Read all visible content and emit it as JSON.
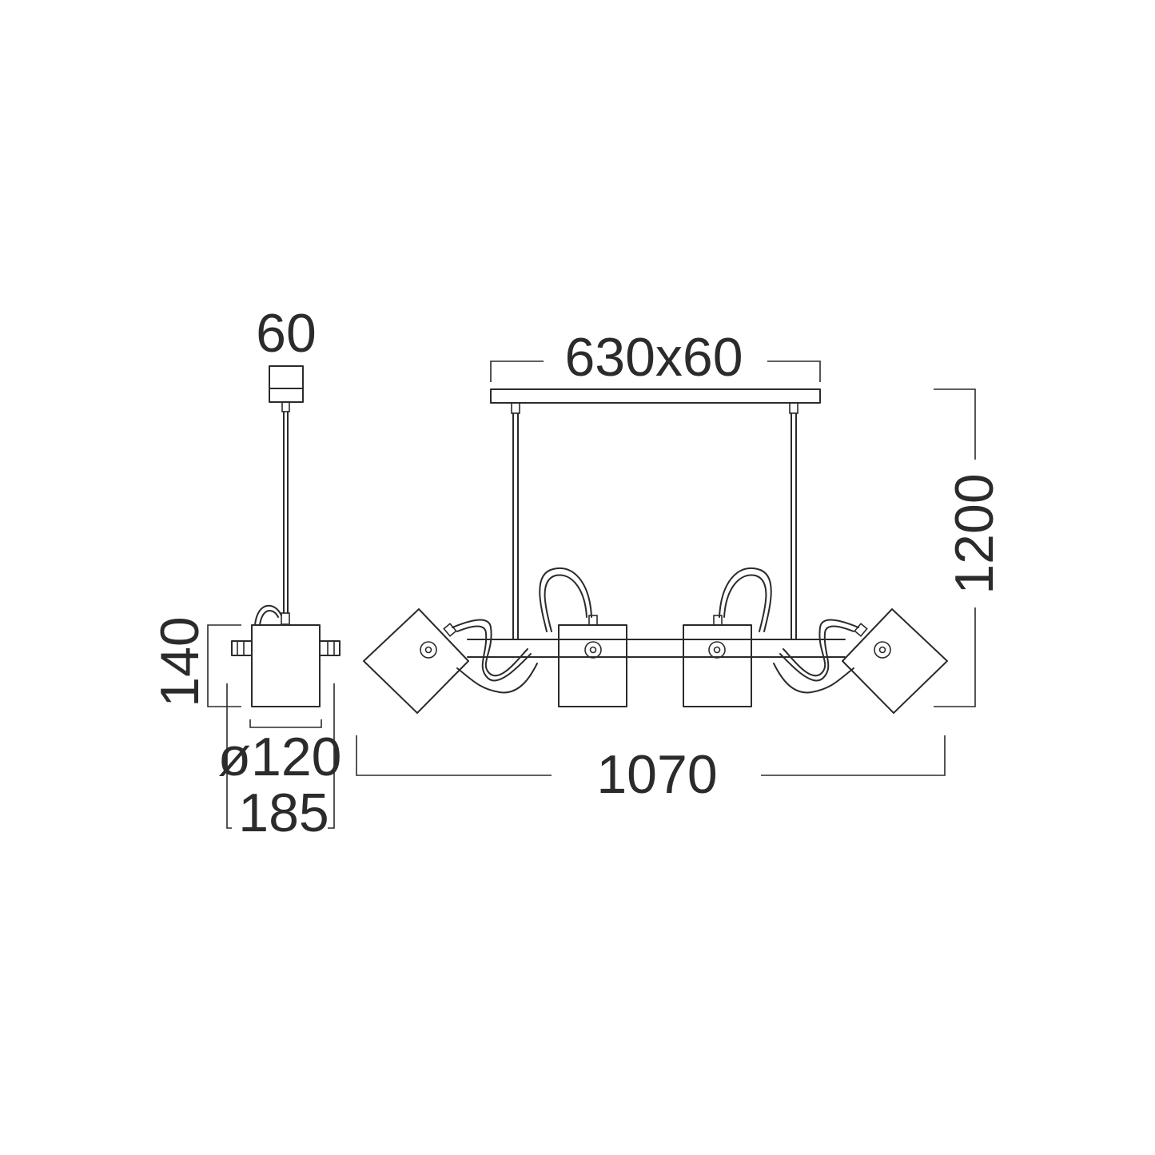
{
  "dimensions": {
    "canopy_side_width": "60",
    "canopy_length": "630x60",
    "total_height": "1200",
    "shade_height": "140",
    "shade_diameter": "ø120",
    "side_depth": "185",
    "total_width": "1070"
  },
  "colors": {
    "line": "#2b2b2b",
    "background": "#ffffff"
  }
}
